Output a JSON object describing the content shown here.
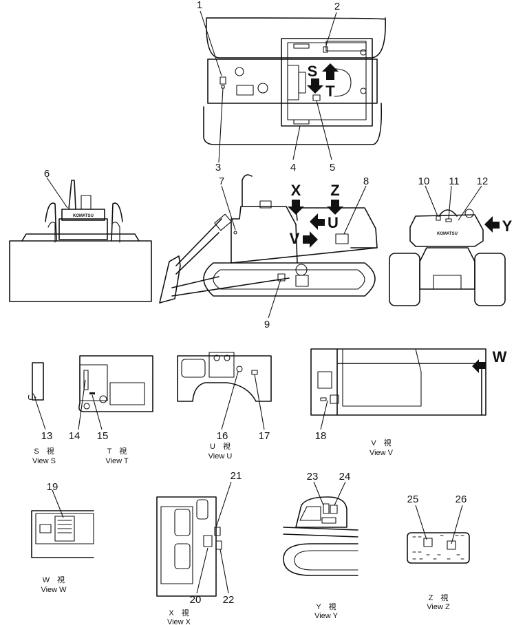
{
  "callouts": {
    "c1": "1",
    "c2": "2",
    "c3": "3",
    "c4": "4",
    "c5": "5",
    "c6": "6",
    "c7": "7",
    "c8": "8",
    "c9": "9",
    "c10": "10",
    "c11": "11",
    "c12": "12",
    "c13": "13",
    "c14": "14",
    "c15": "15",
    "c16": "16",
    "c17": "17",
    "c18": "18",
    "c19": "19",
    "c20": "20",
    "c21": "21",
    "c22": "22",
    "c23": "23",
    "c24": "24",
    "c25": "25",
    "c26": "26"
  },
  "view_letters": {
    "S": "S",
    "T": "T",
    "X": "X",
    "Z": "Z",
    "U": "U",
    "V": "V",
    "Y": "Y",
    "W": "W"
  },
  "brand": "KOMATSU",
  "captions": {
    "S": {
      "jp": "S　視",
      "en": "View  S"
    },
    "T": {
      "jp": "T　視",
      "en": "View  T"
    },
    "U": {
      "jp": "U　視",
      "en": "View  U"
    },
    "V": {
      "jp": "V　視",
      "en": "View  V"
    },
    "W": {
      "jp": "W　視",
      "en": "View  W"
    },
    "X": {
      "jp": "X　視",
      "en": "View  X"
    },
    "Y": {
      "jp": "Y　視",
      "en": "View  Y"
    },
    "Z": {
      "jp": "Z　視",
      "en": "View  Z"
    }
  }
}
